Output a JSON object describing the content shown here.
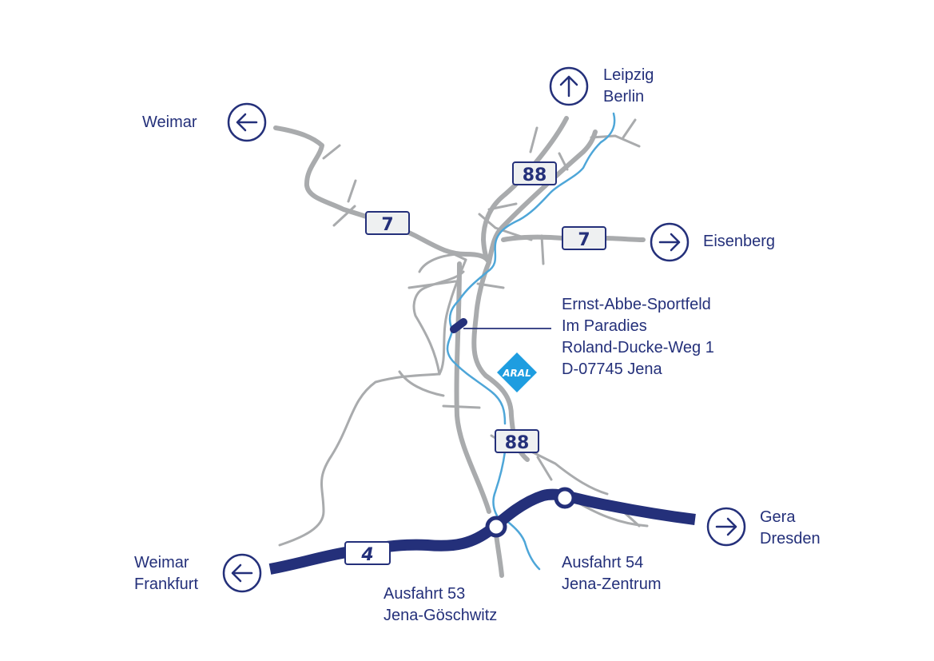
{
  "directions": {
    "north": {
      "line1": "Leipzig",
      "line2": "Berlin"
    },
    "northwest": {
      "line1": "Weimar"
    },
    "east": {
      "line1": "Eisenberg"
    },
    "southeast": {
      "line1": "Gera",
      "line2": "Dresden"
    },
    "southwest": {
      "line1": "Weimar",
      "line2": "Frankfurt"
    }
  },
  "road_shields": {
    "b7_west": "7",
    "b7_east": "7",
    "b88_north": "88",
    "b88_south": "88",
    "a4": "4"
  },
  "exits": {
    "exit_53": {
      "line1": "Ausfahrt 53",
      "line2": "Jena-Göschwitz"
    },
    "exit_54": {
      "line1": "Ausfahrt 54",
      "line2": "Jena-Zentrum"
    }
  },
  "destination": {
    "line1": "Ernst-Abbe-Sportfeld",
    "line2": "Im Paradies",
    "line3": "Roland-Ducke-Weg 1",
    "line4": "D-07745 Jena"
  },
  "aral": {
    "label": "ARAL"
  },
  "colors": {
    "autobahn": "#24307a",
    "roads": "#a9abad",
    "river": "#4ea6d8",
    "aral": "#1e9de0",
    "text": "#24307a"
  },
  "icons": {
    "arrow_up": "arrow-up-icon",
    "arrow_left": "arrow-left-icon",
    "arrow_right": "arrow-right-icon",
    "aral_logo": "aral-logo-icon",
    "venue_marker": "venue-marker-icon"
  }
}
